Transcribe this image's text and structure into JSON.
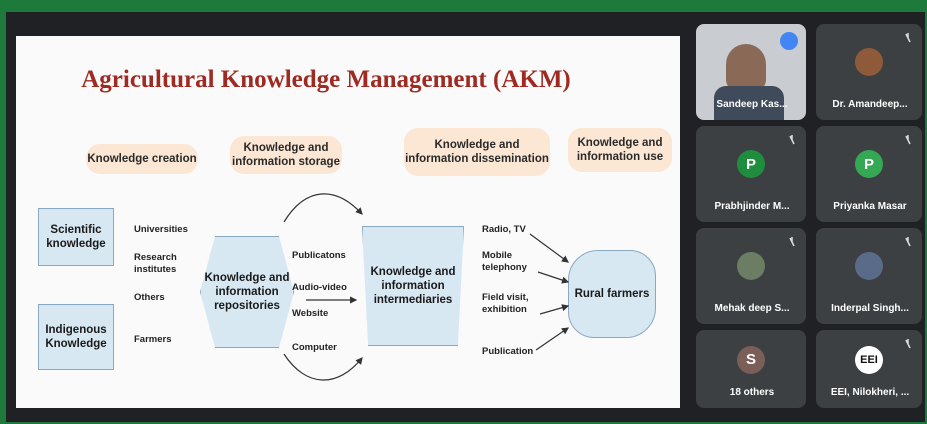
{
  "slide": {
    "title": "Agricultural Knowledge Management (AKM)",
    "stages": [
      "Knowledge creation",
      "Knowledge and information storage",
      "Knowledge and information dissemination",
      "Knowledge and information use"
    ],
    "sources": [
      "Scientific knowledge",
      "Indigenous Knowledge"
    ],
    "source_labels": [
      "Universities",
      "Research institutes",
      "Others",
      "Farmers"
    ],
    "repositories": "Knowledge and information repositories",
    "channels": [
      "Publicatons",
      "Audio-video",
      "Website",
      "Computer"
    ],
    "intermediaries": "Knowledge and information intermediaries",
    "dissemination": [
      "Radio, TV",
      "Mobile telephony",
      "Field visit, exhibition",
      "Publication"
    ],
    "end_user": "Rural farmers"
  },
  "participants": [
    {
      "name": "Sandeep Kas...",
      "avatar": "photo",
      "speaking": true
    },
    {
      "name": "Dr. Amandeep...",
      "avatar": "photo",
      "muted": true
    },
    {
      "name": "Prabhjinder M...",
      "avatar": "P",
      "color": "#1e8e3e",
      "muted": true
    },
    {
      "name": "Priyanka Masar",
      "avatar": "P",
      "color": "#34a853",
      "muted": true
    },
    {
      "name": "Mehak deep S...",
      "avatar": "photo",
      "muted": true
    },
    {
      "name": "Inderpal Singh...",
      "avatar": "photo",
      "muted": true
    },
    {
      "name": "18 others",
      "avatar": "S",
      "color": "#7b5e57"
    },
    {
      "name": "EEI, Nilokheri, ...",
      "avatar": "EEI",
      "muted": true
    }
  ]
}
